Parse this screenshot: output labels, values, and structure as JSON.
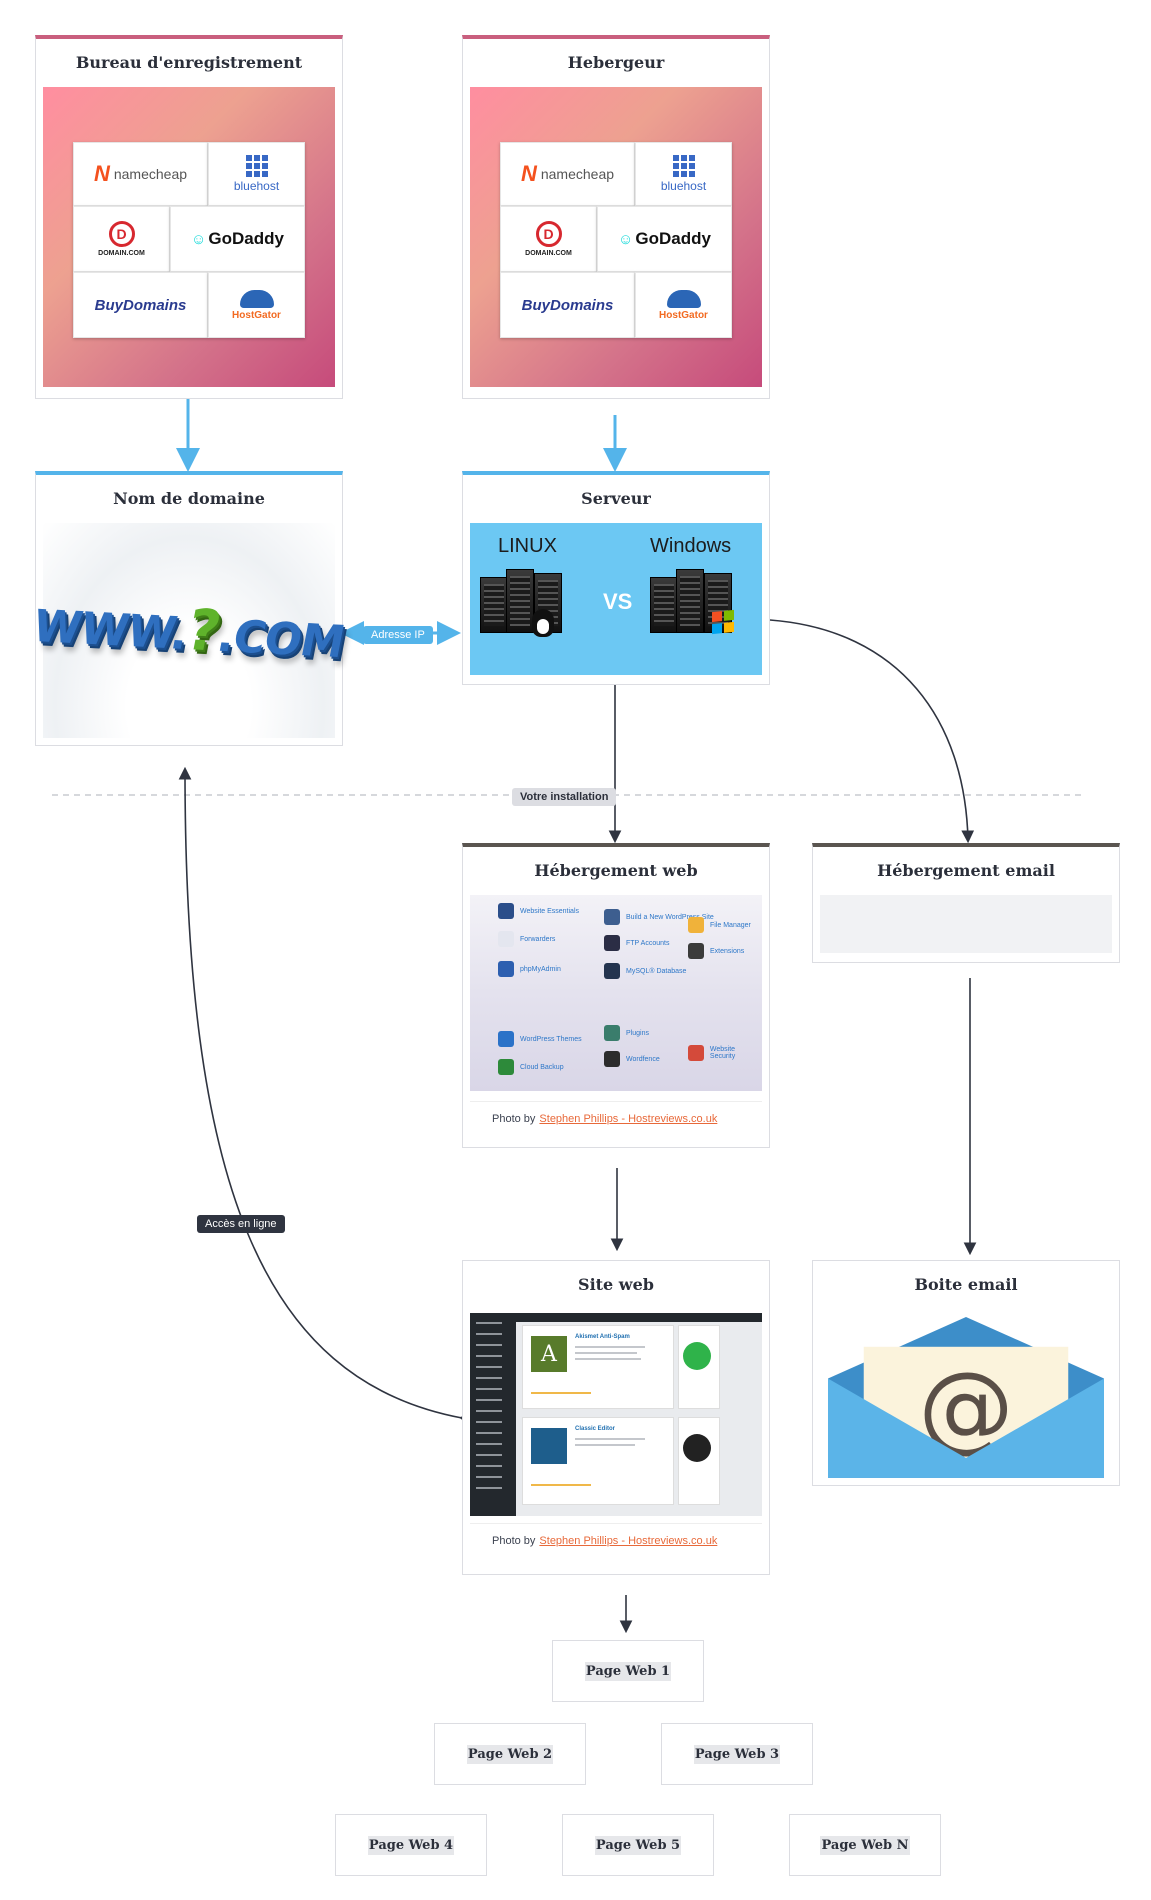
{
  "cards": {
    "registrar": {
      "title": "Bureau d'enregistrement"
    },
    "host": {
      "title": "Hebergeur"
    },
    "domain": {
      "title": "Nom de domaine",
      "image_text": "WWW.",
      "image_q": "?",
      "image_com": ".COM"
    },
    "server": {
      "title": "Serveur",
      "os_left": "LINUX",
      "os_right": "Windows",
      "vs": "VS"
    },
    "web_hosting": {
      "title": "Hébergement web"
    },
    "email_hosting": {
      "title": "Hébergement email"
    },
    "website": {
      "title": "Site web"
    },
    "mailbox": {
      "title": "Boite email"
    }
  },
  "logos": {
    "namecheap": "namecheap",
    "bluehost": "bluehost",
    "domaincom": "DOMAIN.COM",
    "domain_d": "D",
    "godaddy": "GoDaddy",
    "buydomains": "BuyDomains",
    "hostgator": "HostGator"
  },
  "credits": {
    "prefix": "Photo by",
    "author": "Stephen Phillips - Hostreviews.co.uk"
  },
  "cpanel_labels": [
    "Website Essentials",
    "Forwarders",
    "phpMyAdmin",
    "Build a New WordPress Site",
    "FTP Accounts",
    "MySQL® Database",
    "File Manager",
    "Extensions",
    "WordPress Themes",
    "Cloud Backup",
    "Plugins",
    "Wordfence",
    "Website Security"
  ],
  "wp_labels": {
    "plugin1": "Akismet Anti-Spam",
    "plugin2": "Classic Editor",
    "icon_a": "A"
  },
  "mail_symbol": "@",
  "edge_labels": {
    "ip": "Adresse IP",
    "install": "Votre installation",
    "online": "Accès en ligne"
  },
  "pages": [
    "Page Web 1",
    "Page Web 2",
    "Page Web 3",
    "Page Web 4",
    "Page Web 5",
    "Page Web N"
  ],
  "colors": {
    "pink_accent": "#c95f7e",
    "blue_accent": "#54b4ea",
    "dark_accent": "#5a5550",
    "arrow_dark": "#2f3440",
    "link_orange": "#e8693a"
  }
}
